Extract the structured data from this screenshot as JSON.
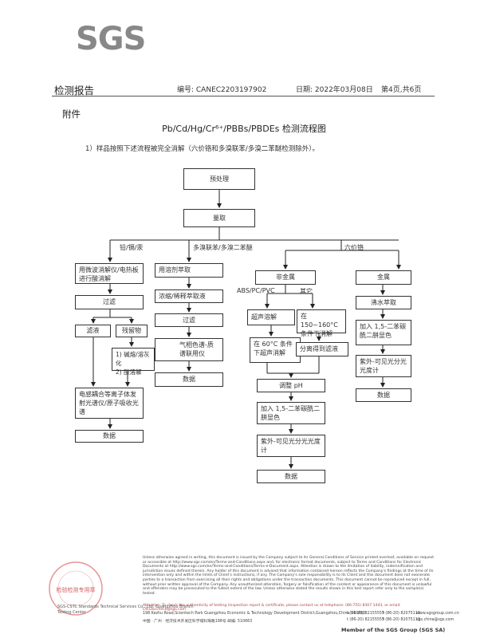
{
  "header": {
    "logo": "SGS",
    "title": "检测报告",
    "report_no": "编号: CANEC2203197902",
    "date": "日期: 2022年03月08日",
    "page": "第4页,共6页"
  },
  "appendix": "附件",
  "chart_title": "Pb/Cd/Hg/Cr⁶⁺/PBBs/PBDEs 检测流程图",
  "step1": "1）样品按照下述流程被完全消解（六价铬和多溴联苯/多溴二苯醚检测除外）。",
  "flow": {
    "pretreat": "预处理",
    "weigh": "量取",
    "branch_metal": "铅/镉/汞",
    "branch_pbb": "多溴联苯/多溴二苯醚",
    "branch_cr": "六价铬",
    "col1": {
      "b1": "用微波消解仪/电热板进行酸消解",
      "b2": "过滤",
      "b3a": "滤液",
      "b3b": "残留物",
      "b4": "1) 碱熔/溶灰化\n2) 酸溶解",
      "b5": "电感耦合等离子体发射光谱仪/原子吸收光谱",
      "b6": "数据"
    },
    "col2": {
      "b1": "用溶剂萃取",
      "b2": "浓缩/稀释萃取液",
      "b3": "过滤",
      "b4": "气相色谱-质谱联用仪",
      "b5": "数据"
    },
    "col3": {
      "b1": "非金属",
      "lbl_abs": "ABS/PC/PVC",
      "lbl_other": "其它",
      "b2a": "超声溶解",
      "b2b": "在 150~160°C 条件下消解",
      "b3a": "在 60°C 条件下超声消解",
      "b3b": "分离得到滤液",
      "b4": "调整 pH",
      "b5": "加入 1,5-二苯碳酰二肼显色",
      "b6": "紫外-可见光分光光度计",
      "b7": "数据"
    },
    "col4": {
      "b1": "金属",
      "b2": "沸水萃取",
      "b3": "加入 1,5-二苯碳酰二肼显色",
      "b4": "紫外-可见光分光光度计",
      "b5": "数据"
    }
  },
  "footer": {
    "disclaimer": "Unless otherwise agreed in writing, this document is issued by the Company subject to its General Conditions of Service printed overleaf, available on request or accessible at http://www.sgs.com/en/Terms-and-Conditions.aspx and, for electronic format documents, subject to Terms and Conditions for Electronic Documents at http://www.sgs.com/en/Terms-and-Conditions/Terms-e-Document.aspx. Attention is drawn to the limitation of liability, indemnification and jurisdiction issues defined therein. Any holder of this document is advised that information contained hereon reflects the Company's findings at the time of its intervention only and within the limits of Client's instructions, if any. The Company's sole responsibility is to its Client and this document does not exonerate parties to a transaction from exercising all their rights and obligations under the transaction documents. This document cannot be reproduced except in full, without prior written approval of the Company. Any unauthorized alteration, forgery or falsification of the content or appearance of this document is unlawful and offenders may be prosecuted to the fullest extent of the law. Unless otherwise stated the results shown in this test report refer only to the sample(s) tested.",
    "attention": "Attention: To check the authenticity of testing /inspection report & certificate, please contact us at telephone: (86-755) 8307 1443, or email: CN.Doccheck@sgs.com",
    "addr_en": "198 Kezhu Road,Scientech Park Guangzhou Economic & Technology Development District,Guangzhou,China  510663",
    "addr_cn": "中国 · 广州 · 经济技术开发区科学城科珠路198号    邮编: 510663",
    "tel_en": "t (86-20) 82155555",
    "tel_cn": "t (86-20) 82155555",
    "fax_en": "f (86-20) 82075113",
    "fax_cn": "f (86-20) 82075113",
    "web_en": "www.sgsgroup.com.cn",
    "web_cn": "sgs.china@sgs.com",
    "company_left": "SGS-CSTC Standards Technical Services Co., Ltd. Guangzhou Branch",
    "company_left2": "Testing Center",
    "stamp_text": "检验检测专用章",
    "member": "Member of the SGS Group (SGS SA)"
  }
}
